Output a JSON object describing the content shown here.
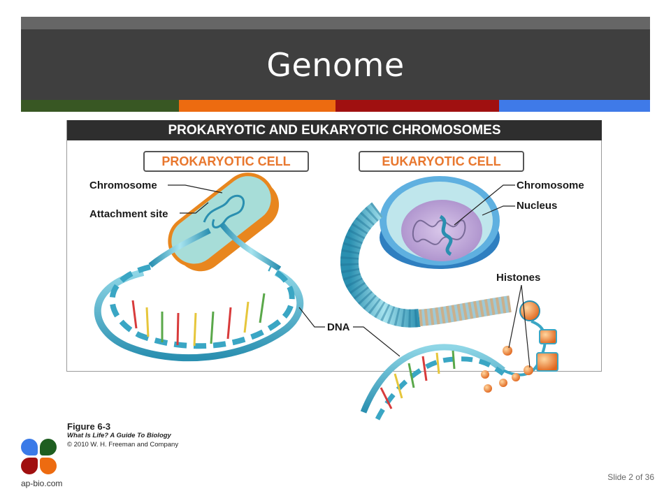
{
  "slide": {
    "title": "Genome",
    "stripe_colors": [
      "#385723",
      "#ed6b10",
      "#a01010",
      "#3f7ae8"
    ],
    "slide_number": "Slide 2 of 36"
  },
  "figure": {
    "banner": "PROKARYOTIC AND EUKARYOTIC CHROMOSOMES",
    "prokaryotic_title": "PROKARYOTIC CELL",
    "eukaryotic_title": "EUKARYOTIC CELL",
    "labels": {
      "chromosome_left": "Chromosome",
      "attachment_site": "Attachment site",
      "chromosome_right": "Chromosome",
      "nucleus": "Nucleus",
      "histones": "Histones",
      "dna": "DNA"
    }
  },
  "caption": {
    "figure_number": "Figure 6-3",
    "book": "What Is Life? A Guide To Biology",
    "copyright": "© 2010 W. H. Freeman and Company"
  },
  "logo": {
    "text": "ap-bio.com",
    "colors": [
      "#3a7ae8",
      "#1e5e20",
      "#a01010",
      "#ed6b10"
    ]
  }
}
